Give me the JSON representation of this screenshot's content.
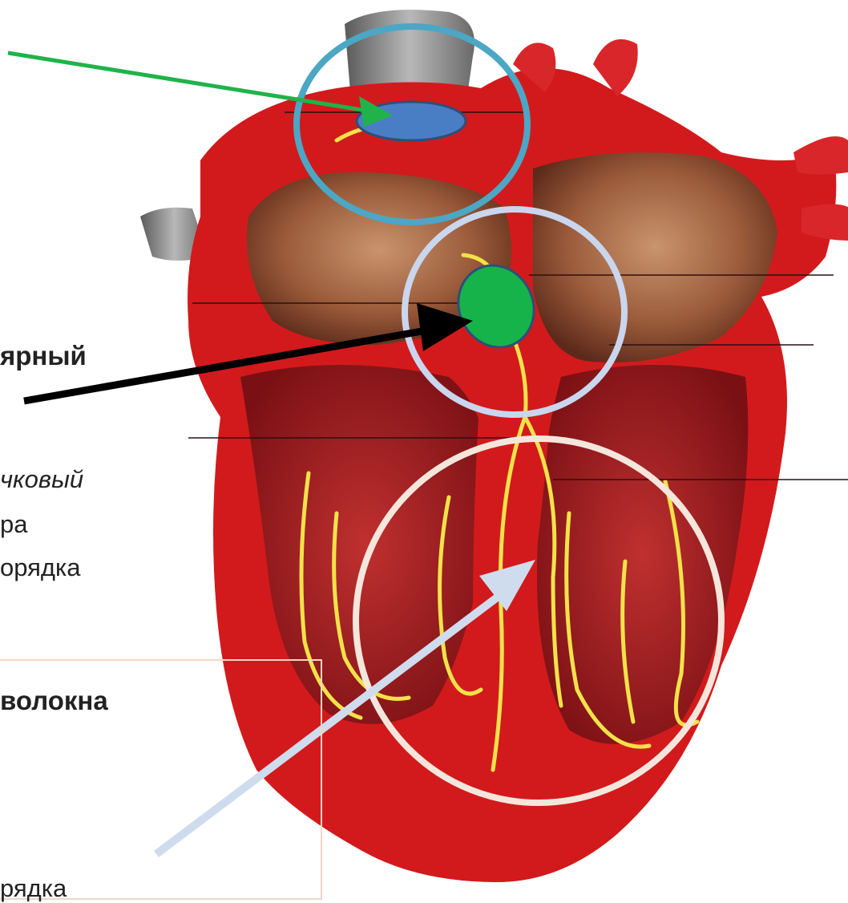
{
  "labels": {
    "av_node": "ярный",
    "av_sub1": "чковый",
    "av_sub2": "ра",
    "av_sub3": "орядка",
    "fibers": "волокна",
    "fibers_sub": "рядка"
  },
  "colors": {
    "myocardium": "#d21a1c",
    "myocardium_dark": "#9c0d12",
    "atrium_wall": "#b0724d",
    "vessel_gray": "#8a8a8a",
    "conduction_yellow": "#f1e24a",
    "sa_node_fill": "#4a7ec4",
    "av_node_fill": "#16b34a",
    "circle_sa": "#4ba7c4",
    "circle_av": "#c9d6ee",
    "circle_ventricles": "#f5e6dc",
    "arrow_green": "#1fb34a",
    "arrow_black": "#000000",
    "arrow_light": "#cfdcee",
    "note_border": "#f2d6c4"
  },
  "icons": {
    "sa_node": "blue-oval-marker",
    "av_node": "green-oval-marker"
  }
}
